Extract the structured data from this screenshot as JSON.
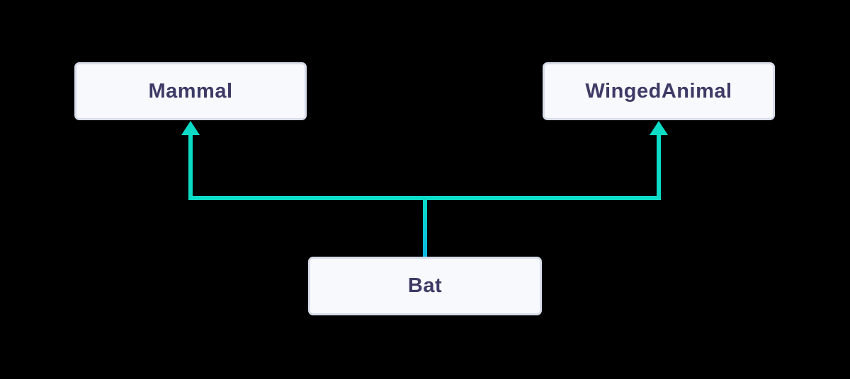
{
  "diagram": {
    "type": "class-inheritance",
    "nodes": [
      {
        "id": "mammal",
        "label": "Mammal"
      },
      {
        "id": "winged-animal",
        "label": "WingedAnimal"
      },
      {
        "id": "bat",
        "label": "Bat"
      }
    ],
    "edges": [
      {
        "from": "Bat",
        "to": "Mammal",
        "style": "arrow-up"
      },
      {
        "from": "Bat",
        "to": "WingedAnimal",
        "style": "arrow-up"
      }
    ]
  },
  "colors": {
    "background": "#000000",
    "node_fill": "#F8F9FD",
    "node_border": "#D7DDE9",
    "node_text": "#3D3B66",
    "edge_teal": "#0CDCC6",
    "edge_blue": "#0CB7E3"
  }
}
